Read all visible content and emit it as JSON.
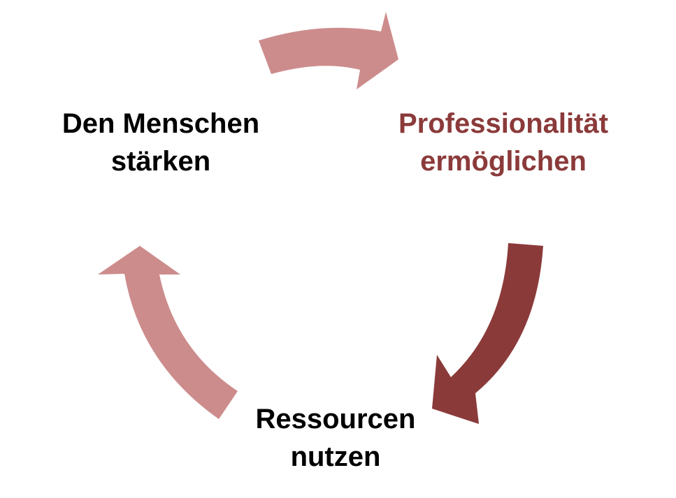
{
  "diagram": {
    "nodes": [
      {
        "id": "staerken",
        "lines": [
          "Den Menschen",
          "stärken"
        ]
      },
      {
        "id": "professionalitaet",
        "lines": [
          "Professionalität",
          "ermöglichen"
        ]
      },
      {
        "id": "ressourcen",
        "lines": [
          "Ressourcen",
          "nutzen"
        ]
      }
    ],
    "cycle_order": [
      "staerken",
      "professionalitaet",
      "ressourcen"
    ],
    "colors": {
      "arrow_light": "#cd8c8c",
      "arrow_dark": "#8b3a3a",
      "highlight_text": "#8b3a3a",
      "text": "#000000"
    }
  }
}
